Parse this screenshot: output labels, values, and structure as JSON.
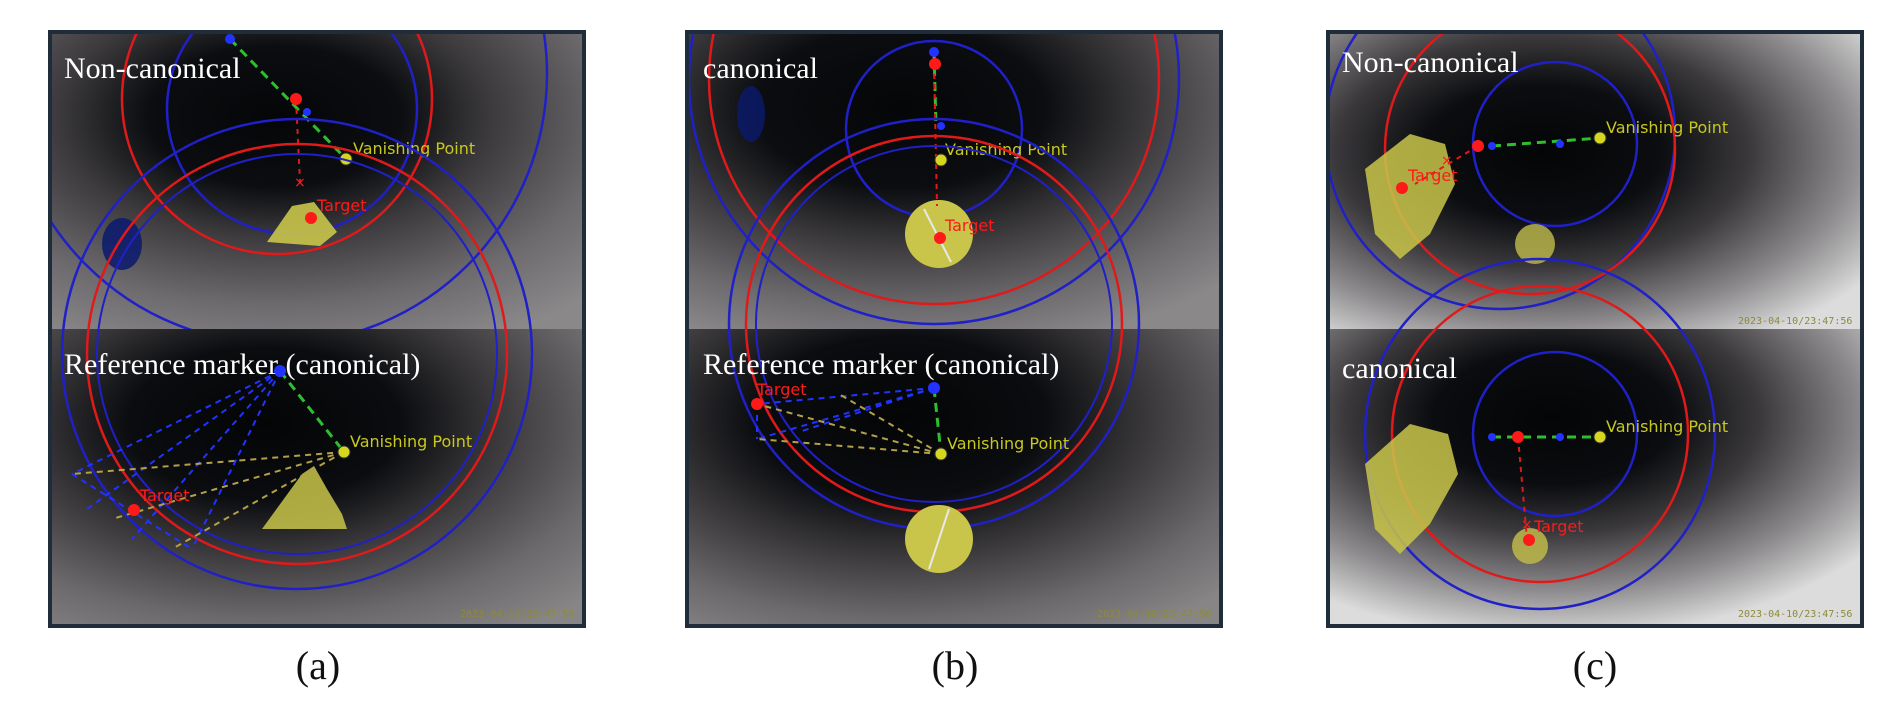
{
  "labels": {
    "target": "Target",
    "vanishing_point": "Vanishing Point",
    "timestamp": "2023-04-10/23:47:56"
  },
  "panels": {
    "a": {
      "caption": "(a)",
      "top_title": "Non-canonical",
      "bottom_title": "Reference marker (canonical)"
    },
    "b": {
      "caption": "(b)",
      "top_title": "canonical",
      "bottom_title": "Reference marker (canonical)"
    },
    "c": {
      "caption": "(c)",
      "top_title": "Non-canonical",
      "bottom_title": "canonical"
    }
  },
  "colors": {
    "target": "#ff1a1a",
    "vanishing_point": "#c8c81e",
    "outer_ring": "#2020c8",
    "red_ring": "#e01a1a",
    "guide_line": "#2ebf2e",
    "marker": "#2233ff",
    "object": "#c9c54a"
  }
}
